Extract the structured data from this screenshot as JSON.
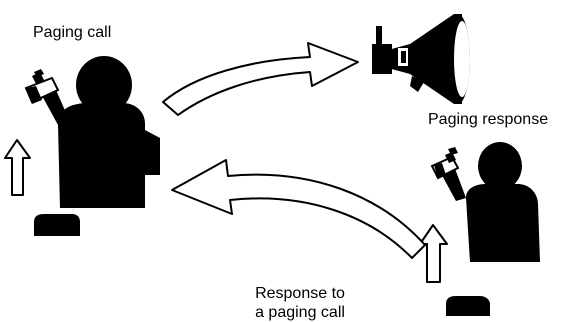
{
  "labels": {
    "paging_call": "Paging call",
    "paging_response": "Paging response",
    "response_line1": "Response to",
    "response_line2": "a paging call"
  },
  "colors": {
    "ink": "#000000",
    "paper": "#ffffff"
  },
  "icons": [
    "caller-person-icon",
    "responder-person-icon",
    "loudspeaker-icon",
    "button-icon",
    "up-arrow-icon",
    "curved-arrow-icon"
  ]
}
